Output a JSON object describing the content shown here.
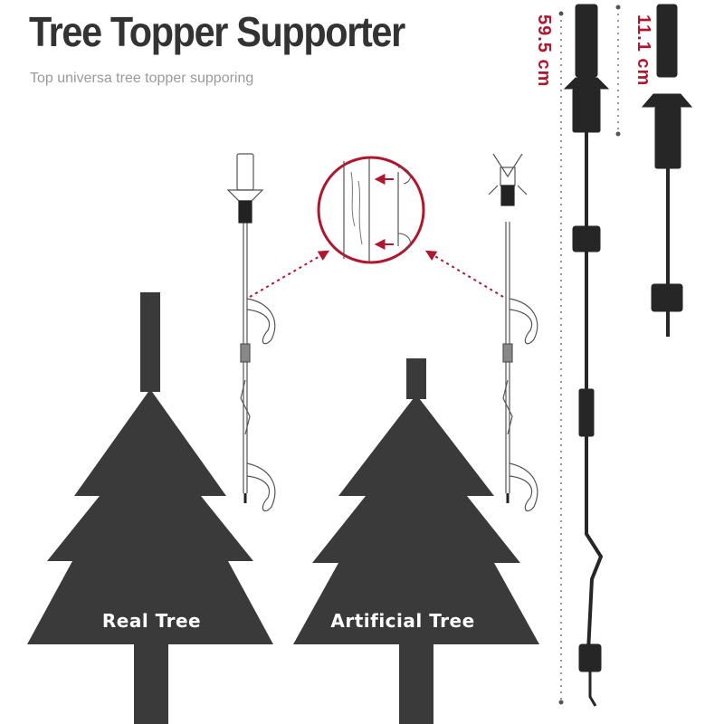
{
  "header": {
    "title": "Tree Topper Supporter",
    "subtitle": "Top universa tree topper supporing"
  },
  "dimensions": {
    "long_length": "59.5 cm",
    "short_length": "11.1 cm"
  },
  "trees": {
    "real_label": "Real Tree",
    "artificial_label": "Artificial Tree"
  },
  "colors": {
    "title": "#333333",
    "subtitle": "#9a9a9a",
    "accent_red": "#b0162d",
    "tree_fill": "#3a3a3a",
    "product_black": "#262626"
  }
}
